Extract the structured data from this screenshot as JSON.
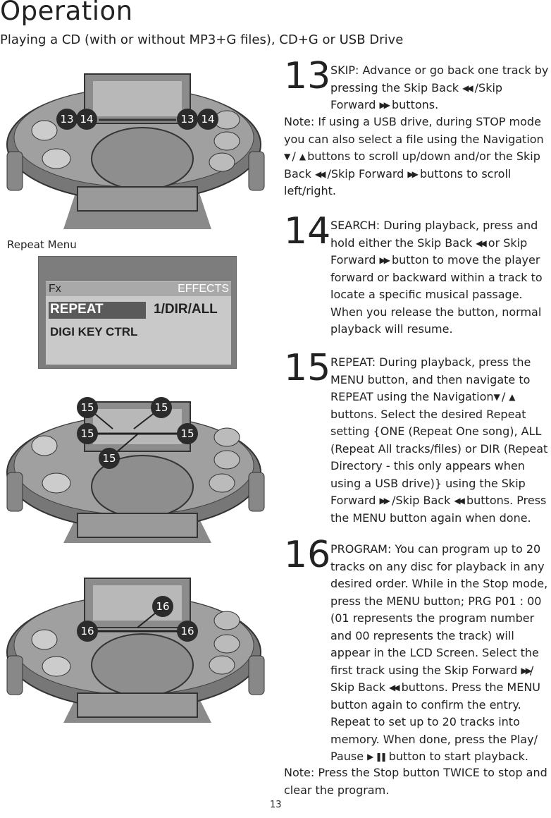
{
  "page": {
    "title": "Operation",
    "subtitle": "Playing a CD (with or without MP3+G files), CD+G or USB Drive",
    "page_number": "13"
  },
  "figures": {
    "fig1_callouts": [
      "13",
      "14",
      "13",
      "14"
    ],
    "fig2_callouts": [
      "15",
      "15",
      "15",
      "15",
      "15"
    ],
    "fig3_callouts": [
      "16",
      "16",
      "16"
    ]
  },
  "repeat_menu": {
    "label": "Repeat Menu",
    "fx": "Fx",
    "effects": "EFFECTS",
    "repeat": "REPEAT",
    "value": "1/DIR/ALL",
    "digi": "DIGI KEY CTRL"
  },
  "glyphs": {
    "skip_back": "◀◀",
    "skip_forward": "▶▶",
    "down": "▼",
    "up": "▲",
    "play": "▶",
    "pause": "❚❚"
  },
  "step13": {
    "number": "13",
    "head": "SKIP:",
    "t1": " Advance or go back one track by pressing the Skip Back ",
    "t2": " /Skip Forward ",
    "t3": " buttons.",
    "note_head": "Note:",
    "n1": " If using a USB drive, during STOP mode you can also select a file using the Navigation ",
    "n2": " / ",
    "n3": " buttons to scroll up/down and/or the Skip Back ",
    "n4": " /Skip Forward ",
    "n5": " buttons to scroll left/right."
  },
  "step14": {
    "number": "14",
    "head": "SEARCH:",
    "t1": " During playback, press and hold either the Skip Back ",
    "t2": " or Skip Forward ",
    "t3": " button to move the player forward or backward within a track to locate a specific musical passage. When you release the button, normal playback will resume."
  },
  "step15": {
    "number": "15",
    "head": "REPEAT",
    "t1": ": During playback, press the MENU button, and then navigate to REPEAT using the Navigation",
    "t2": " / ",
    "t3": " buttons. Select the desired Repeat setting {ONE (Repeat One song), ALL (Repeat All tracks/files) or DIR (Repeat Directory - this only appears when using a USB drive)} using the Skip Forward ",
    "t4": " /Skip Back ",
    "t5": " buttons. Press the MENU button  again when done."
  },
  "step16": {
    "number": "16",
    "head": "PROGRAM",
    "t1": ": You can program up to 20 tracks on any disc for playback in any desired order. While in the Stop mode, press the MENU button; PRG P01 : 00 (01 represents the program number and 00 represents the track) will appear in the LCD Screen. Select the first track using the Skip Forward ",
    "t2": "/ Skip Back ",
    "t3": " buttons. Press the MENU button again to confirm the entry. Repeat to set up to 20 tracks into memory. When done, press the Play/ Pause ",
    "t4": " button to start playback.",
    "note_head": "Note:",
    "n1": " Press the Stop button TWICE to stop and clear the program."
  }
}
